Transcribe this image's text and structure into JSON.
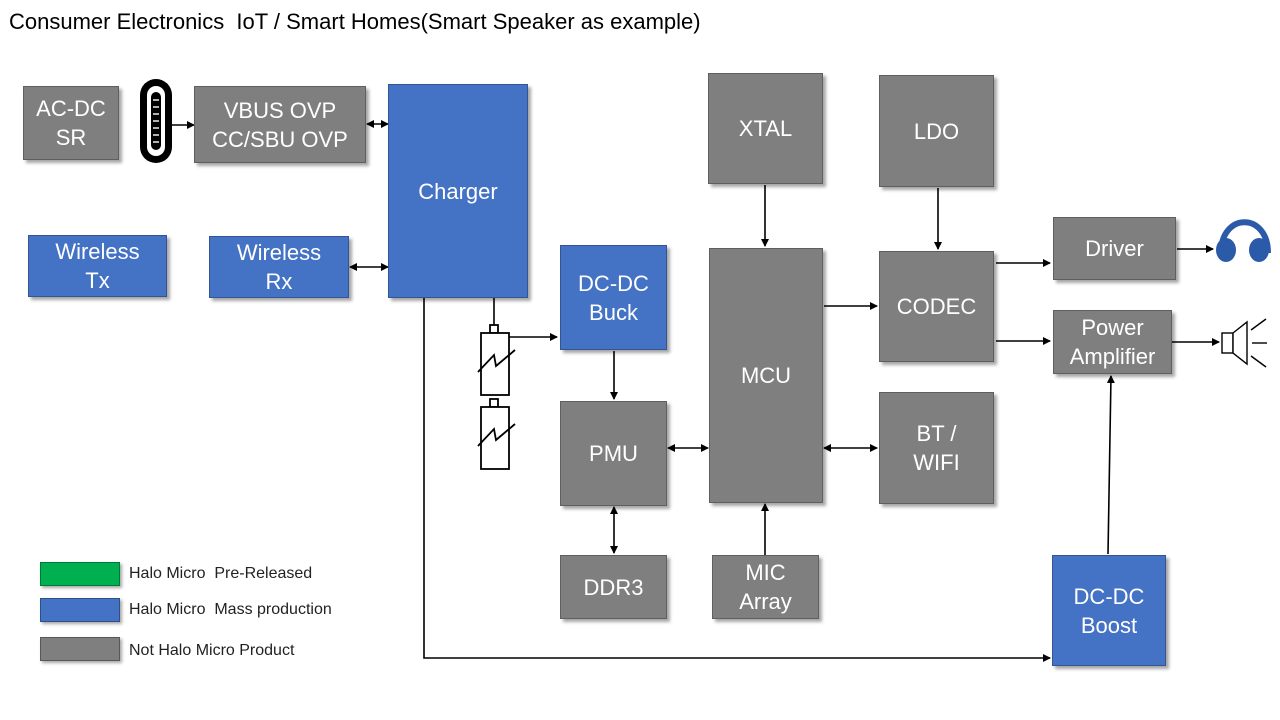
{
  "title": "Consumer Electronics  IoT / Smart Homes(Smart Speaker as example)",
  "colors": {
    "gray": "#7f7f7f",
    "blue": "#4472c4",
    "green": "#00b050"
  },
  "blocks": {
    "acdc": "AC-DC\nSR",
    "vbus": "VBUS OVP\nCC/SBU OVP",
    "charger": "Charger",
    "wireless_tx": "Wireless\nTx",
    "wireless_rx": "Wireless\nRx",
    "dcdc_buck": "DC-DC\nBuck",
    "pmu": "PMU",
    "ddr3": "DDR3",
    "xtal": "XTAL",
    "mcu": "MCU",
    "mic": "MIC\nArray",
    "ldo": "LDO",
    "codec": "CODEC",
    "bt": "BT /\nWIFI",
    "driver": "Driver",
    "pa": "Power\nAmplifier",
    "dcdc_boost": "DC-DC\nBoost"
  },
  "icons": [
    "usb-c-port-icon",
    "battery-icon",
    "headphones-icon",
    "speaker-icon"
  ],
  "legend": [
    {
      "label": "Halo Micro  Pre-Released",
      "color": "#00b050"
    },
    {
      "label": "Halo Micro  Mass production",
      "color": "#4472c4"
    },
    {
      "label": "Not Halo Micro Product",
      "color": "#7f7f7f"
    }
  ]
}
